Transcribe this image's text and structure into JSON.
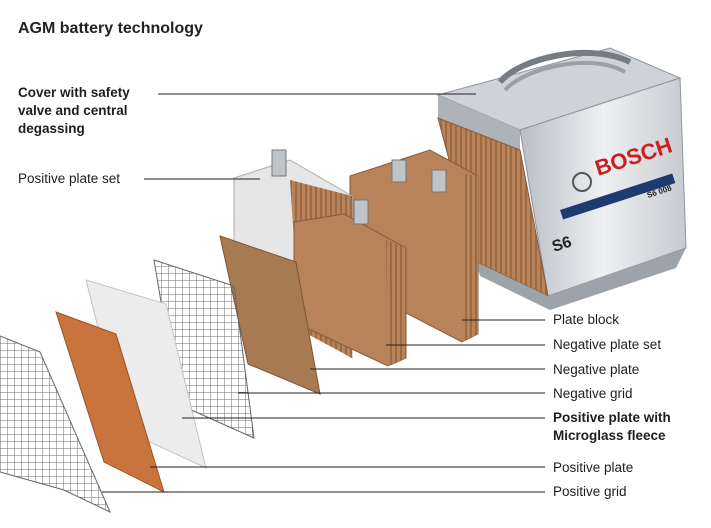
{
  "title": "AGM battery technology",
  "labels": {
    "cover": "Cover with safety valve and central degassing",
    "positive_plate_set": "Positive plate set",
    "plate_block": "Plate block",
    "negative_plate_set": "Negative plate set",
    "negative_plate": "Negative plate",
    "negative_grid": "Negative grid",
    "positive_plate_fleece": "Positive plate with Microglass fleece",
    "positive_plate": "Positive plate",
    "positive_grid": "Positive grid"
  },
  "battery": {
    "brand": "BOSCH",
    "model": "S6",
    "badge": "S6 008"
  },
  "colors": {
    "brown": "#b8835a",
    "copper": "#c8743c",
    "fleece": "#eeeeee",
    "grid": "#7a7a7a",
    "battery_case": "#d9dde2",
    "brand_red": "#cc1f1f"
  }
}
